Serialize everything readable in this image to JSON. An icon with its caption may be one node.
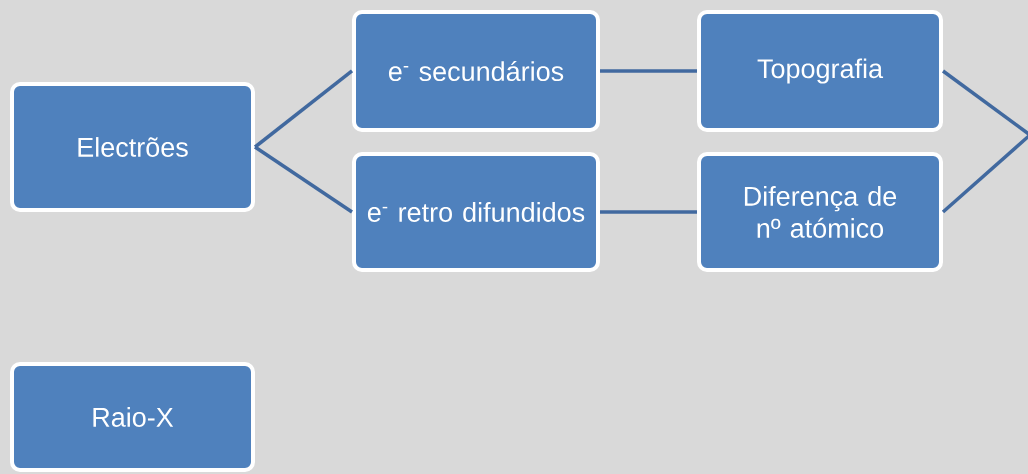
{
  "diagram": {
    "nodes": [
      {
        "text": [
          "Electrões"
        ]
      },
      {
        "text": [
          "e$^{-}$ secundários"
        ]
      },
      {
        "text": [
          "e$^{-}$  retro difundidos"
        ]
      },
      {
        "text": [
          "Topografia"
        ]
      },
      {
        "text": [
          "Diferença de nº atómico"
        ]
      },
      {
        "text": [
          "Raio-X"
        ]
      }
    ],
    "edges": [
      {
        "from": 0,
        "to": 1,
        "arrow": "none"
      },
      {
        "from": 0,
        "to": 2,
        "arrow": "none"
      },
      {
        "from": 1,
        "to": 3,
        "arrow": "none"
      },
      {
        "from": 2,
        "to": 4,
        "arrow": "none"
      },
      {
        "from": 3,
        "to": null,
        "arrow": "none"
      },
      {
        "from": 4,
        "to": null,
        "arrow": "none"
      }
    ]
  }
}
